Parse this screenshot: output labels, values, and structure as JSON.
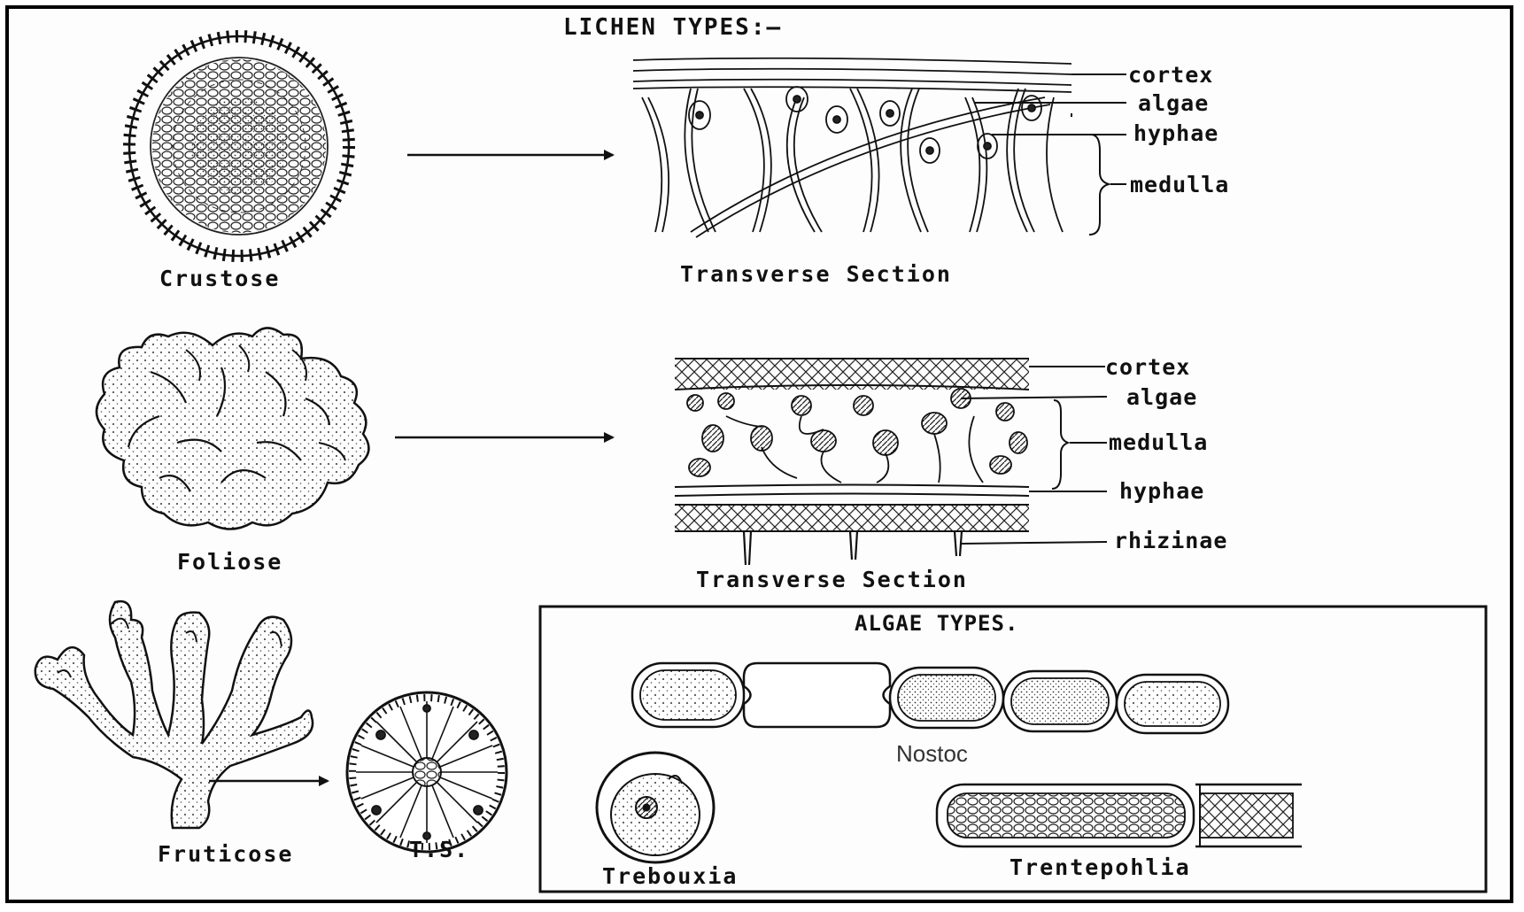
{
  "title": "LICHEN TYPES:—",
  "crustose": {
    "label": "Crustose",
    "section_caption": "Transverse Section",
    "parts": [
      "cortex",
      "algae",
      "hyphae",
      "medulla"
    ]
  },
  "foliose": {
    "label": "Foliose",
    "section_caption": "Transverse Section",
    "parts": [
      "cortex",
      "algae",
      "medulla",
      "hyphae",
      "rhizinae"
    ]
  },
  "fruticose": {
    "label": "Fruticose",
    "section_caption": "T.S."
  },
  "algae_box": {
    "title": "ALGAE TYPES.",
    "types": [
      "Nostoc",
      "Trebouxia",
      "Trentepohlia"
    ]
  }
}
